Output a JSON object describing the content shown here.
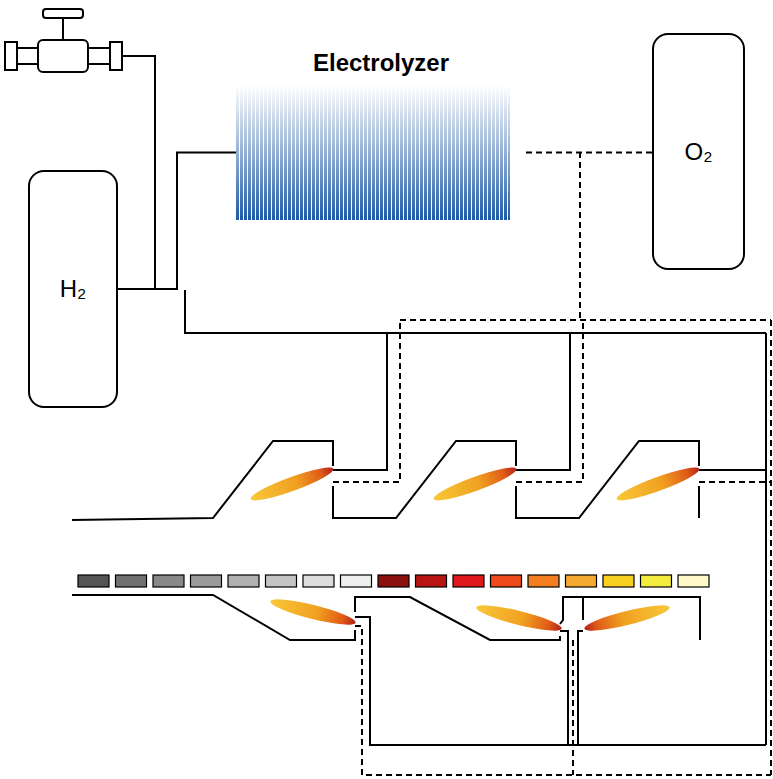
{
  "diagram": {
    "nodes": [
      {
        "text": [
          "H₂"
        ]
      },
      {
        "text": [
          "Electrolyzer"
        ]
      },
      {
        "text": [
          "O₂"
        ]
      }
    ],
    "edges": [
      {
        "from": 0,
        "to": 1,
        "arrow": "none"
      },
      {
        "from": 1,
        "to": 2,
        "arrow": "none"
      }
    ]
  }
}
